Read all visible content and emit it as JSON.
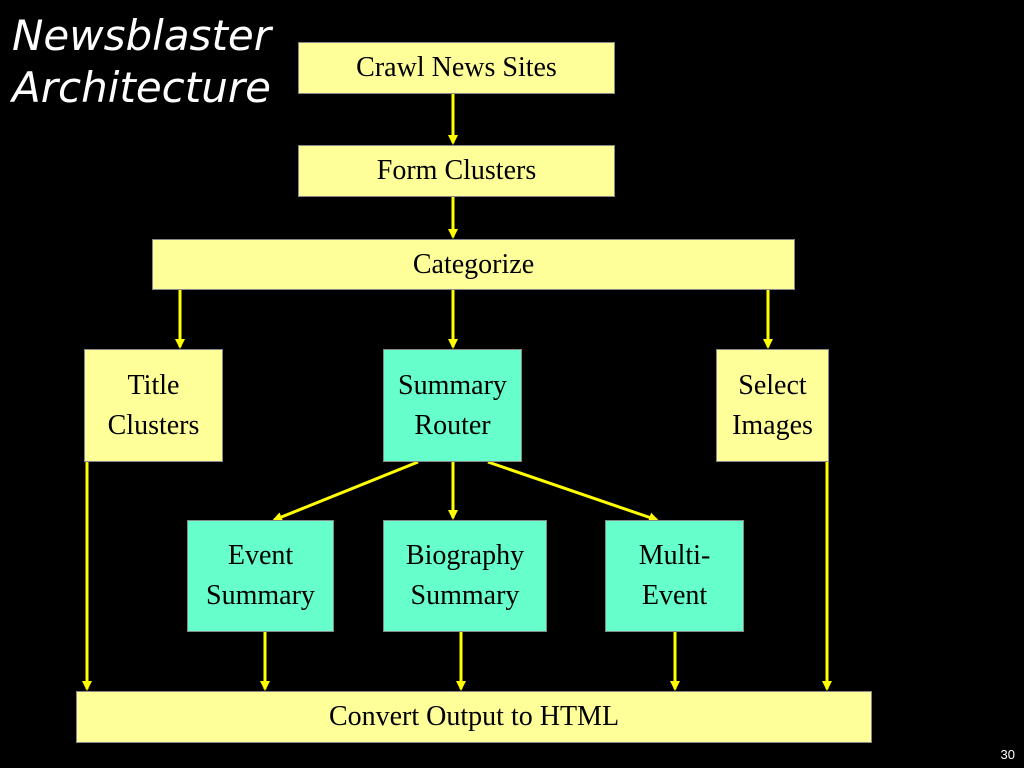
{
  "slide": {
    "title_line1": "Newsblaster",
    "title_line2": "Architecture",
    "page_number": "30"
  },
  "nodes": {
    "crawl": "Crawl News Sites",
    "form_clusters": "Form Clusters",
    "categorize": "Categorize",
    "title_clusters_1": "Title",
    "title_clusters_2": "Clusters",
    "summary_router_1": "Summary",
    "summary_router_2": "Router",
    "select_images_1": "Select",
    "select_images_2": "Images",
    "event_summary_1": "Event",
    "event_summary_2": "Summary",
    "biography_summary_1": "Biography",
    "biography_summary_2": "Summary",
    "multi_event_1": "Multi-",
    "multi_event_2": "Event",
    "convert_output": "Convert Output to HTML"
  },
  "colors": {
    "background": "#000000",
    "process_box": "#ffff99",
    "summarizer_box": "#66ffcc",
    "arrow": "#ffff00"
  }
}
